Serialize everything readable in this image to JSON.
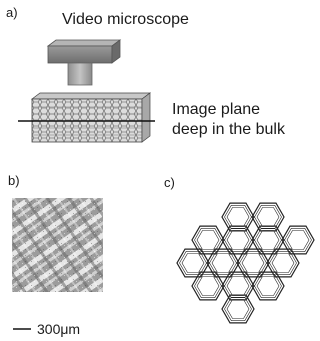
{
  "figure": {
    "panel_a": {
      "label": "a)",
      "microscope_label": "Video microscope",
      "plane_label_line1": "Image plane",
      "plane_label_line2": "deep in the bulk"
    },
    "panel_b": {
      "label": "b)",
      "scale_bar_text": "300μm"
    },
    "panel_c": {
      "label": "c)"
    }
  },
  "colors": {
    "camera_body": "#7a7a7a",
    "camera_neck": "#a6a6a6",
    "bulk_fill": "#d9d9d9",
    "hex_stroke": "#222222"
  }
}
